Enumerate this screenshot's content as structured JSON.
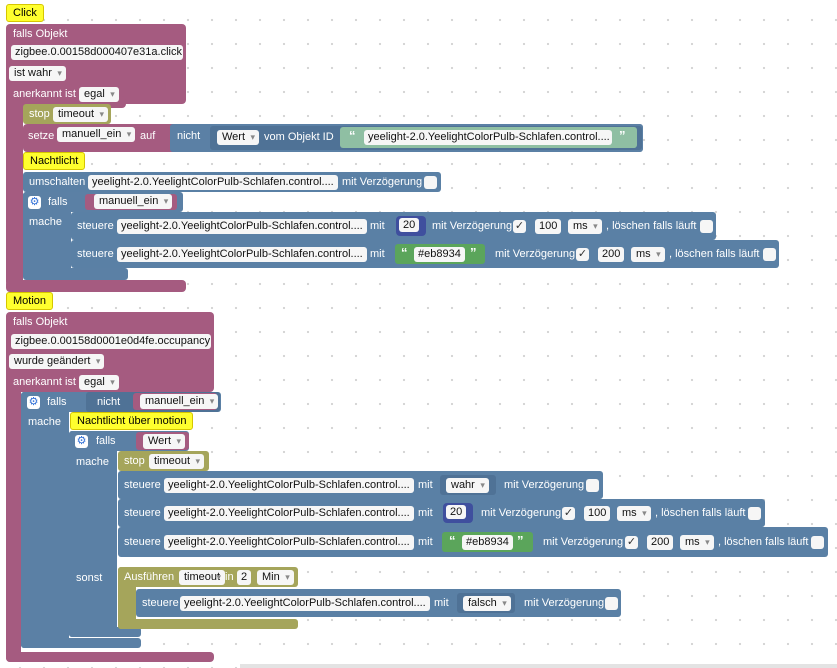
{
  "click": {
    "label": "Click",
    "trigger_label": "falls Objekt",
    "object_id": "zigbee.0.00158d000407e31a.click",
    "condition": "ist wahr",
    "acknowledged_label": "anerkannt ist",
    "acknowledged_value": "egal",
    "stop_label": "stop",
    "stop_timer": "timeout",
    "set_label": "setze",
    "set_var": "manuell_ein",
    "to_label": "auf",
    "not_label": "nicht",
    "value_label": "Wert",
    "from_object_label": "vom Objekt ID",
    "from_object_id": "yeelight-2.0.YeelightColorPulb-Schlafen.control....",
    "nachtlicht_label": "Nachtlicht",
    "toggle_label": "umschalten",
    "toggle_id": "yeelight-2.0.YeelightColorPulb-Schlafen.control....",
    "with_delay_label": "mit Verzögerung",
    "if_label": "falls",
    "if_var": "manuell_ein",
    "do_label": "mache",
    "ctrl1": {
      "label": "steuere",
      "id": "yeelight-2.0.YeelightColorPulb-Schlafen.control....",
      "with_label": "mit",
      "value": "20",
      "delay_label": "mit Verzögerung",
      "delay_check": "✓",
      "delay_value": "100",
      "unit": "ms",
      "clear_label": ", löschen falls läuft"
    },
    "ctrl2": {
      "label": "steuere",
      "id": "yeelight-2.0.YeelightColorPulb-Schlafen.control....",
      "with_label": "mit",
      "value": "#eb8934",
      "delay_label": "mit Verzögerung",
      "delay_check": "✓",
      "delay_value": "200",
      "unit": "ms",
      "clear_label": ", löschen falls läuft"
    }
  },
  "motion": {
    "label": "Motion",
    "trigger_label": "falls Objekt",
    "object_id": "zigbee.0.00158d0001e0d4fe.occupancy",
    "condition": "wurde geändert",
    "acknowledged_label": "anerkannt ist",
    "acknowledged_value": "egal",
    "if_label": "falls",
    "not_label": "nicht",
    "if_var": "manuell_ein",
    "do_label": "mache",
    "nachtlicht_label": "Nachtlicht über motion",
    "inner_if_label": "falls",
    "inner_if_value": "Wert",
    "inner_do_label": "mache",
    "stop_label": "stop",
    "stop_timer": "timeout",
    "ctrl1": {
      "label": "steuere",
      "id": "yeelight-2.0.YeelightColorPulb-Schlafen.control....",
      "with_label": "mit",
      "value": "wahr",
      "delay_label": "mit Verzögerung"
    },
    "ctrl2": {
      "label": "steuere",
      "id": "yeelight-2.0.YeelightColorPulb-Schlafen.control....",
      "with_label": "mit",
      "value": "20",
      "delay_label": "mit Verzögerung",
      "delay_check": "✓",
      "delay_value": "100",
      "unit": "ms",
      "clear_label": ", löschen falls läuft"
    },
    "ctrl3": {
      "label": "steuere",
      "id": "yeelight-2.0.YeelightColorPulb-Schlafen.control....",
      "with_label": "mit",
      "value": "#eb8934",
      "delay_label": "mit Verzögerung",
      "delay_check": "✓",
      "delay_value": "200",
      "unit": "ms",
      "clear_label": ", löschen falls läuft"
    },
    "else_label": "sonst",
    "run_label": "Ausführen",
    "run_timer": "timeout",
    "in_label": "in",
    "run_value": "2",
    "run_unit": "Min",
    "ctrl4": {
      "label": "steuere",
      "id": "yeelight-2.0.YeelightColorPulb-Schlafen.control....",
      "with_label": "mit",
      "value": "falsch",
      "delay_label": "mit Verzögerung"
    }
  },
  "icons": {
    "gear": "gear-icon",
    "quote": "quote-icon",
    "dropdown": "chevron-down-icon",
    "check": "checkmark-icon"
  },
  "colors": {
    "event": "#a55b80",
    "control": "#5b80a5",
    "timer": "#a5a55b",
    "number": "#3f4f9e",
    "string": "#5ba55b",
    "comment": "#ffff2e"
  }
}
